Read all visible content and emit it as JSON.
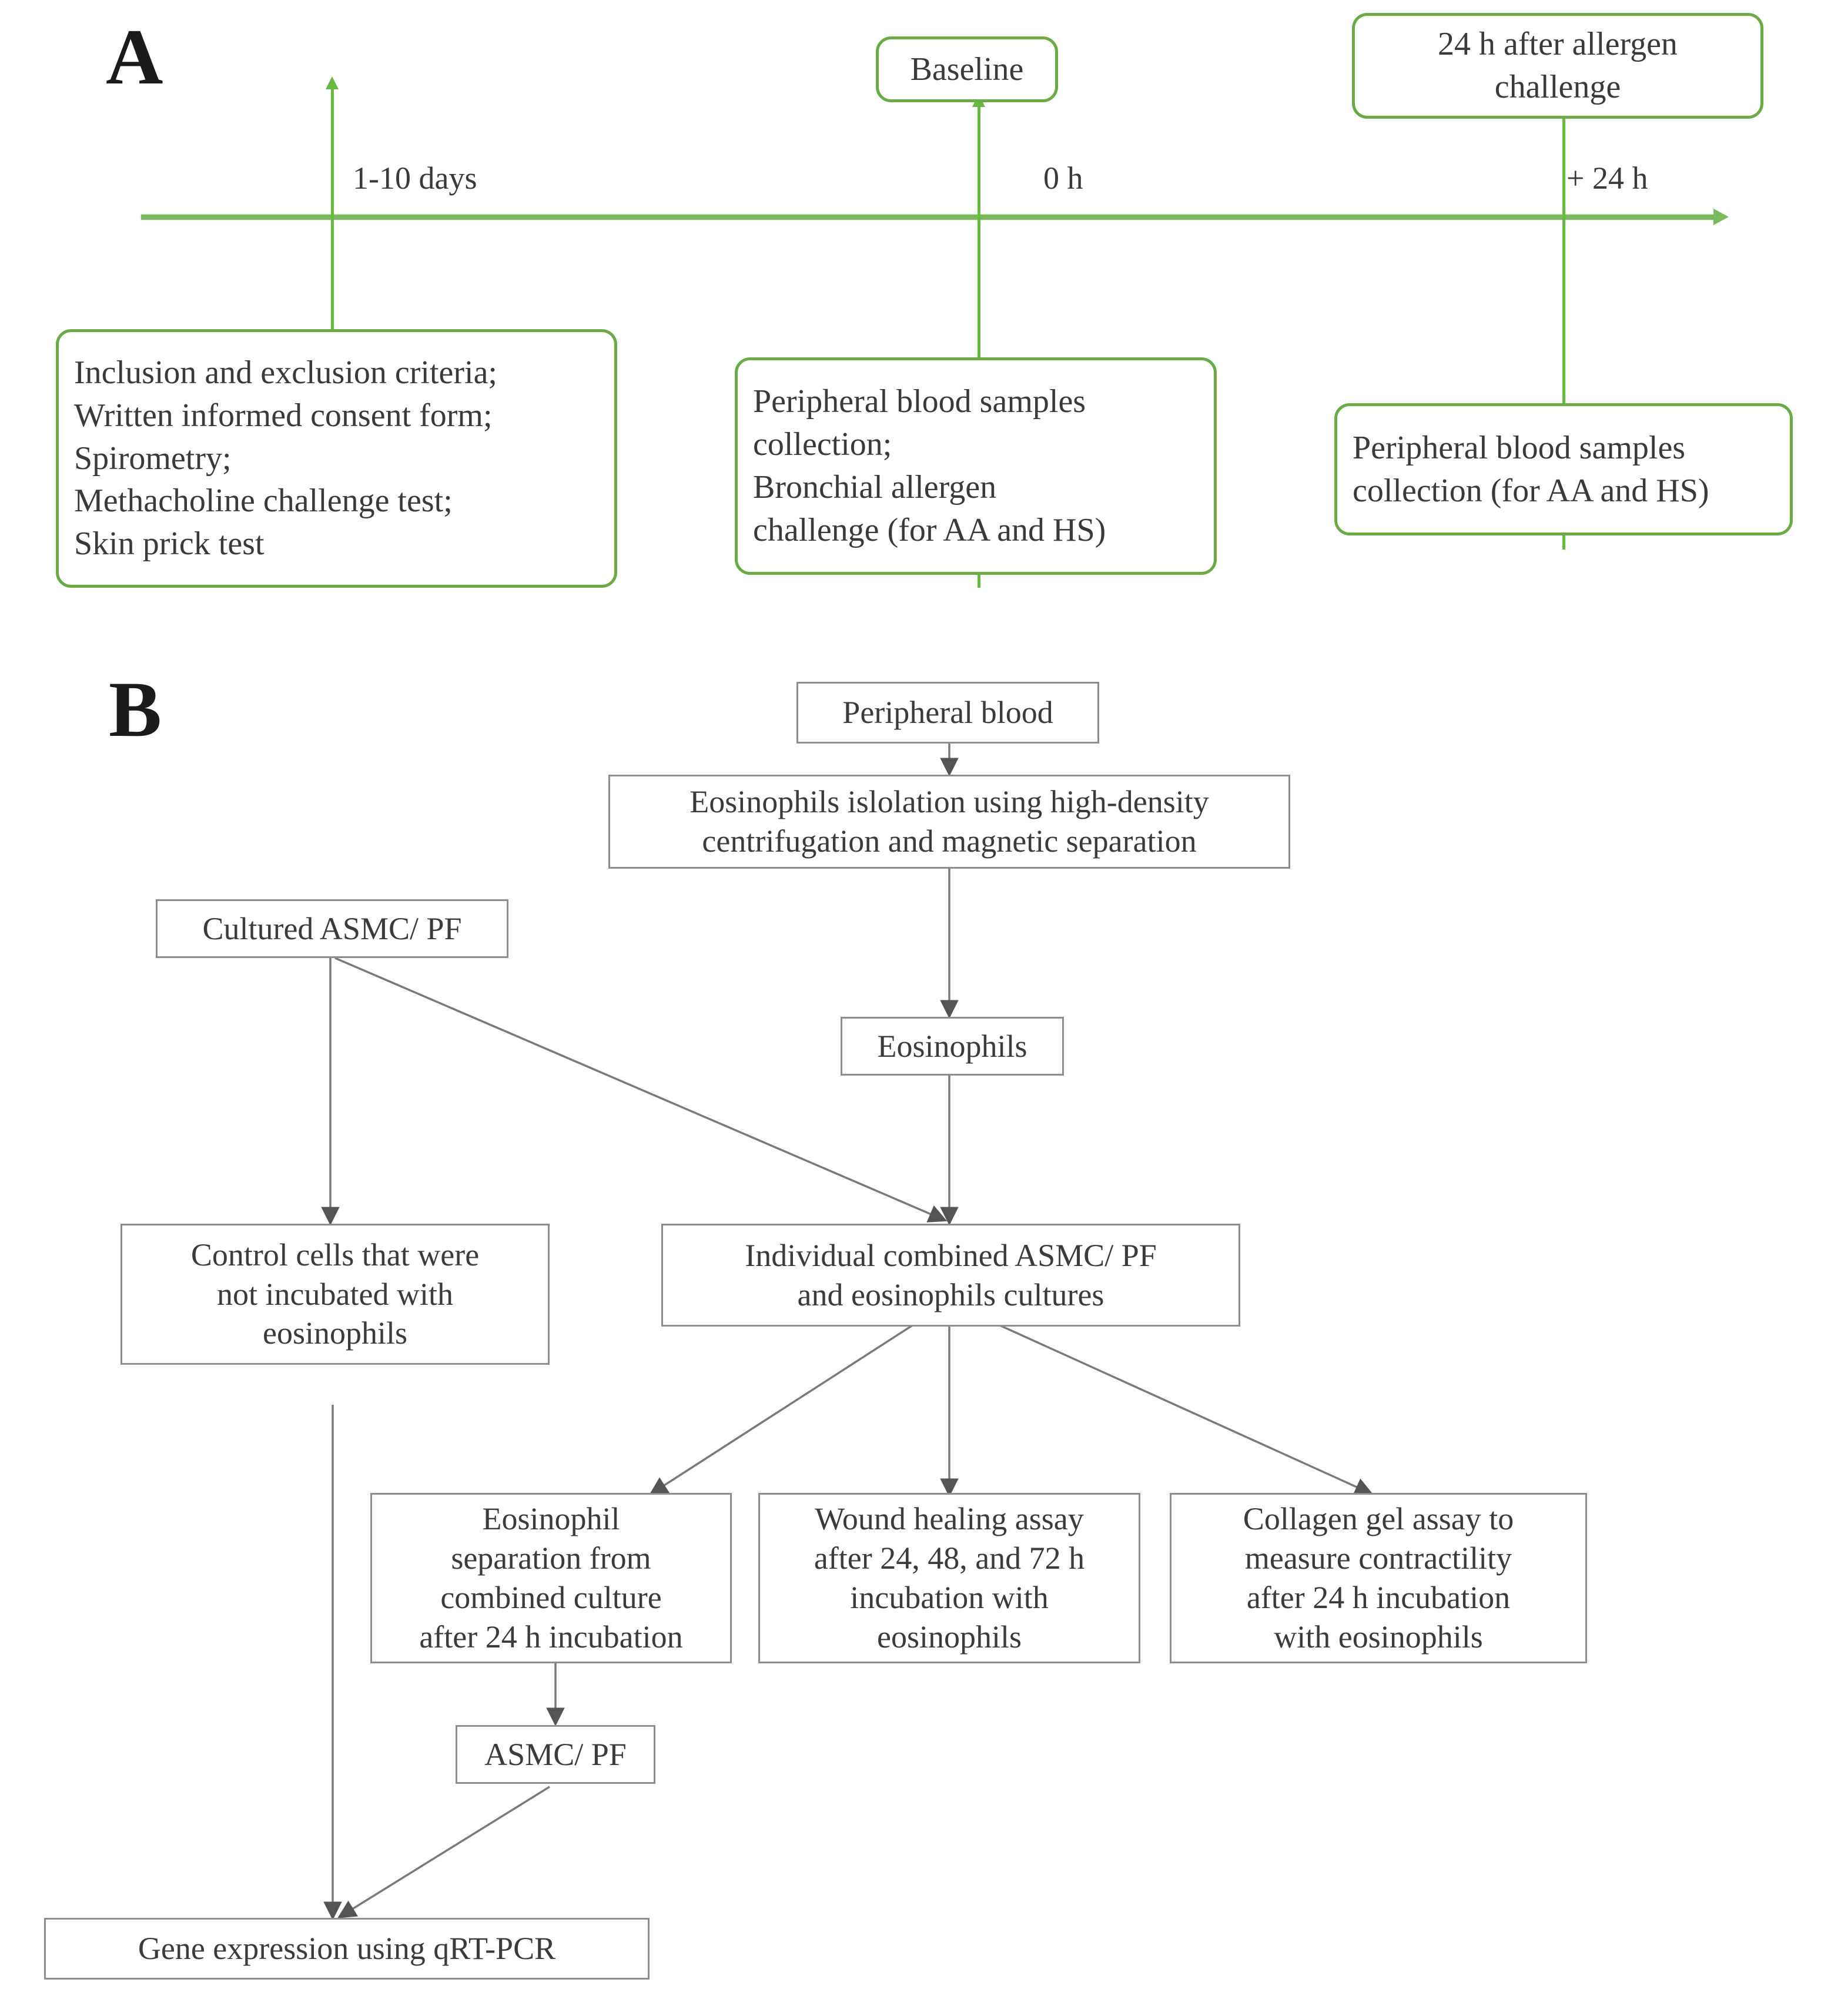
{
  "figure": {
    "panel_a_letter": "A",
    "panel_b_letter": "B"
  },
  "panel_a": {
    "timeline": {
      "ticks": [
        {
          "id": "tick-1-10-days",
          "label": "1-10 days"
        },
        {
          "id": "tick-0h",
          "label": "0 h"
        },
        {
          "id": "tick-plus-24h",
          "label": "+ 24 h"
        }
      ]
    },
    "boxes_above": [
      {
        "id": "baseline",
        "text": "Baseline"
      },
      {
        "id": "after-challenge",
        "text": "24 h after allergen\nchallenge"
      }
    ],
    "boxes_below": [
      {
        "id": "screening",
        "text": "Inclusion and exclusion criteria;\nWritten informed consent form;\nSpirometry;\nMethacholine challenge test;\nSkin prick test"
      },
      {
        "id": "baseline-procedures",
        "text": "Peripheral blood samples\ncollection;\nBronchial allergen\nchallenge (for AA and HS)"
      },
      {
        "id": "post-challenge-procedures",
        "text": "Peripheral blood samples\ncollection (for AA and HS)"
      }
    ]
  },
  "panel_b": {
    "nodes": [
      {
        "id": "peripheral-blood",
        "text": "Peripheral blood"
      },
      {
        "id": "eosinophil-isolation",
        "text": "Eosinophils islolation using high-density\ncentrifugation and magnetic separation"
      },
      {
        "id": "cultured-asmc-pf",
        "text": "Cultured ASMC/ PF"
      },
      {
        "id": "eosinophils",
        "text": "Eosinophils"
      },
      {
        "id": "control-cells",
        "text": "Control cells that were\nnot incubated with\neosinophils"
      },
      {
        "id": "combined-cultures",
        "text": "Individual combined ASMC/ PF\nand eosinophils cultures"
      },
      {
        "id": "eosinophil-separation",
        "text": "Eosinophil\nseparation from\ncombined culture\nafter 24 h incubation"
      },
      {
        "id": "wound-healing-assay",
        "text": "Wound healing assay\nafter  24, 48, and 72 h\nincubation with\neosinophils"
      },
      {
        "id": "collagen-gel-assay",
        "text": "Collagen gel assay to\nmeasure contractility\nafter 24 h incubation\nwith eosinophils"
      },
      {
        "id": "asmc-pf",
        "text": "ASMC/ PF"
      },
      {
        "id": "gene-expression",
        "text": "Gene expression using qRT-PCR"
      }
    ]
  },
  "colors": {
    "timeline_green": "#7cb85c",
    "box_green": "#6aab46",
    "box_grey": "#8d8d8d",
    "text": "#3a3a3a",
    "background": "#ffffff"
  }
}
